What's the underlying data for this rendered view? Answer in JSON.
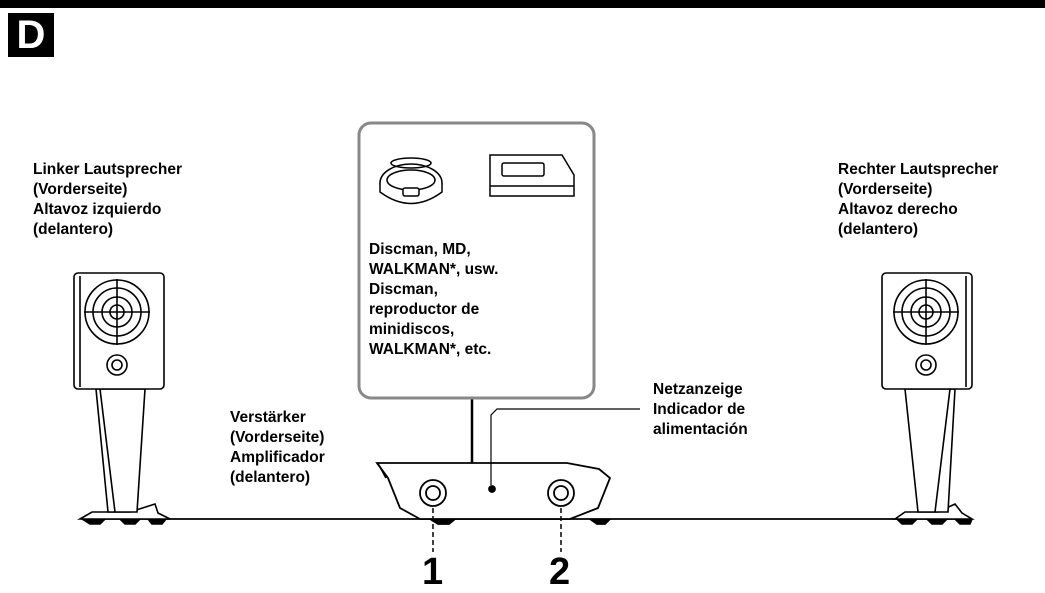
{
  "section_letter": "D",
  "labels": {
    "left_speaker": "Linker Lautsprecher\n(Vorderseite)\nAltavoz izquierdo\n(delantero)",
    "right_speaker": "Rechter Lautsprecher\n(Vorderseite)\nAltavoz derecho\n(delantero)",
    "player": "Discman, MD,\nWALKMAN*, usw.\nDiscman,\nreproductor de\nminidiscos,\nWALKMAN*, etc.",
    "amplifier": "Verstärker\n(Vorderseite)\nAmplificador\n(delantero)",
    "power_indicator": "Netzanzeige\nIndicador de\nalimentación"
  },
  "callout_numbers": [
    "1",
    "2"
  ],
  "icons": [
    "speaker-left-icon",
    "speaker-right-icon",
    "discman-icon",
    "md-player-icon",
    "amplifier-icon"
  ]
}
